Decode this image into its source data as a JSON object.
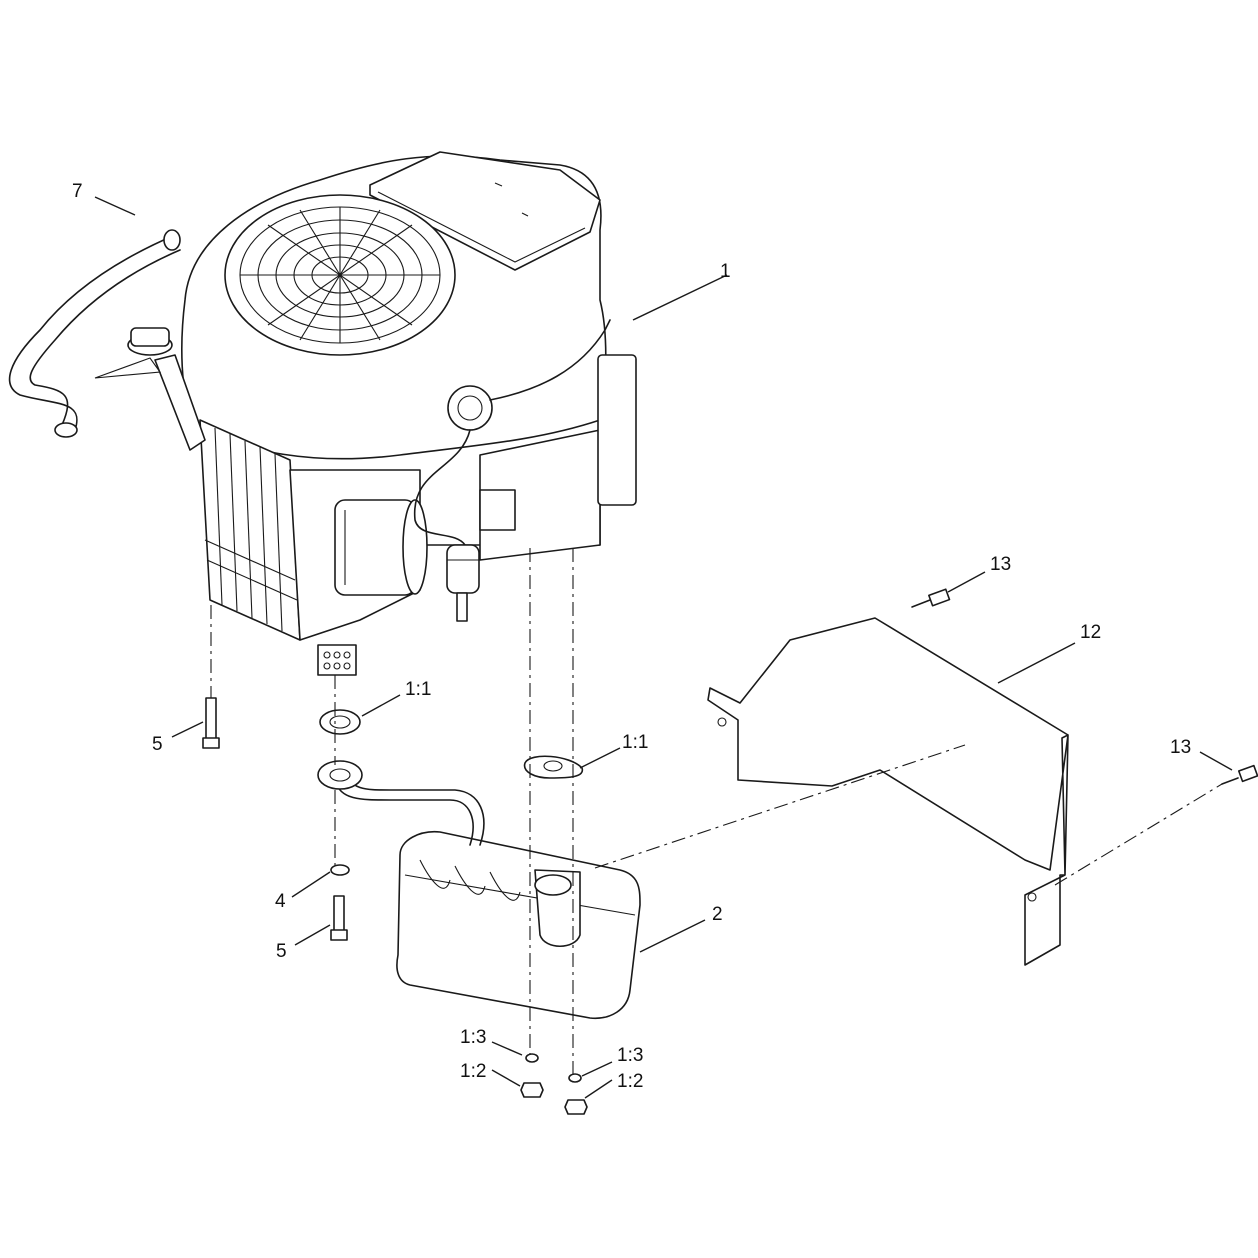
{
  "callouts": [
    {
      "id": "c1",
      "text": "1"
    },
    {
      "id": "c2",
      "text": "2"
    },
    {
      "id": "c4",
      "text": "4"
    },
    {
      "id": "c5a",
      "text": "5"
    },
    {
      "id": "c5b",
      "text": "5"
    },
    {
      "id": "c7",
      "text": "7"
    },
    {
      "id": "c11a",
      "text": "1:1"
    },
    {
      "id": "c11b",
      "text": "1:1"
    },
    {
      "id": "c12",
      "text": "12"
    },
    {
      "id": "c13a",
      "text": "13"
    },
    {
      "id": "c13b",
      "text": "13"
    },
    {
      "id": "c13c",
      "text": "1:3"
    },
    {
      "id": "c13d",
      "text": "1:3"
    },
    {
      "id": "c12a",
      "text": "1:2"
    },
    {
      "id": "c12b",
      "text": "1:2"
    }
  ]
}
